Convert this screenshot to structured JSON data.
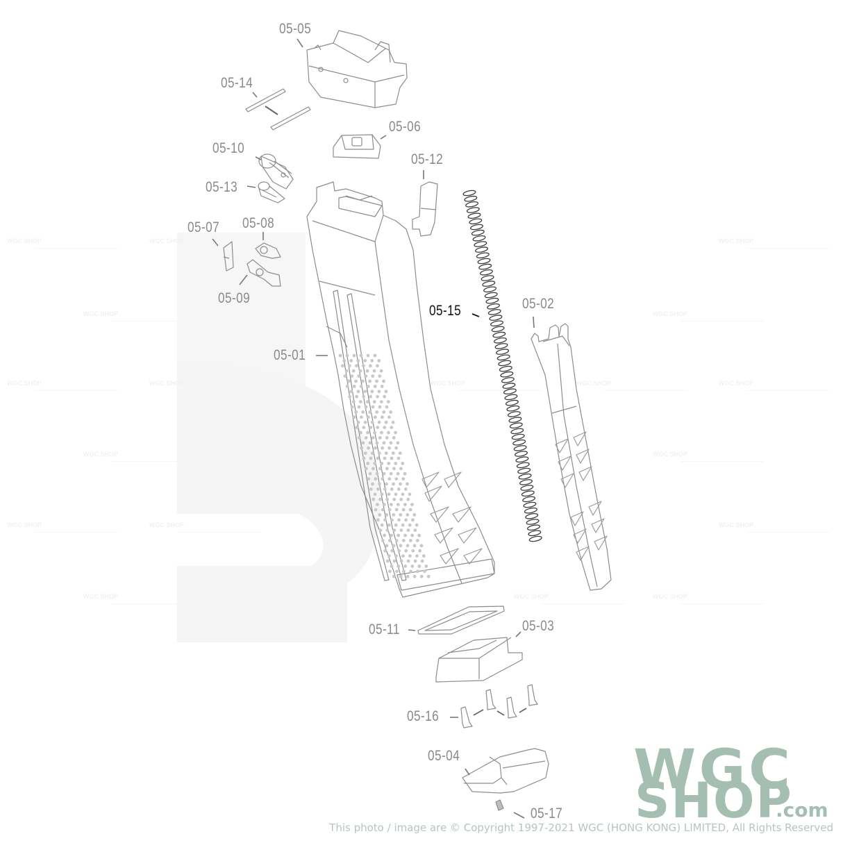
{
  "diagram": {
    "type": "exploded-parts-diagram",
    "subject": "Magazine assembly",
    "parts": [
      {
        "id": "05-01",
        "label": "05-01"
      },
      {
        "id": "05-02",
        "label": "05-02"
      },
      {
        "id": "05-03",
        "label": "05-03"
      },
      {
        "id": "05-04",
        "label": "05-04"
      },
      {
        "id": "05-05",
        "label": "05-05"
      },
      {
        "id": "05-06",
        "label": "05-06"
      },
      {
        "id": "05-07",
        "label": "05-07"
      },
      {
        "id": "05-08",
        "label": "05-08"
      },
      {
        "id": "05-09",
        "label": "05-09"
      },
      {
        "id": "05-10",
        "label": "05-10"
      },
      {
        "id": "05-11",
        "label": "05-11"
      },
      {
        "id": "05-12",
        "label": "05-12"
      },
      {
        "id": "05-13",
        "label": "05-13"
      },
      {
        "id": "05-14",
        "label": "05-14"
      },
      {
        "id": "05-15",
        "label": "05-15",
        "highlighted": true
      },
      {
        "id": "05-16",
        "label": "05-16"
      },
      {
        "id": "05-17",
        "label": "05-17"
      }
    ]
  },
  "branding": {
    "logo_line1": "WGC",
    "logo_line2": "SHOP",
    "logo_suffix": ".com",
    "logo_color": "#a4bfb2",
    "watermark_text": "WGC SHOP",
    "copyright": "This photo / image are © Copyright 1997-2021 WGC (HONG KONG) LIMITED, All Rights Reserved"
  },
  "colors": {
    "label_gray": "#8a8a8a",
    "label_highlight": "#111111",
    "line_art": "#8c8c8c",
    "spring": "#3a3a3a",
    "background_watermark": "#f4f4f4"
  }
}
